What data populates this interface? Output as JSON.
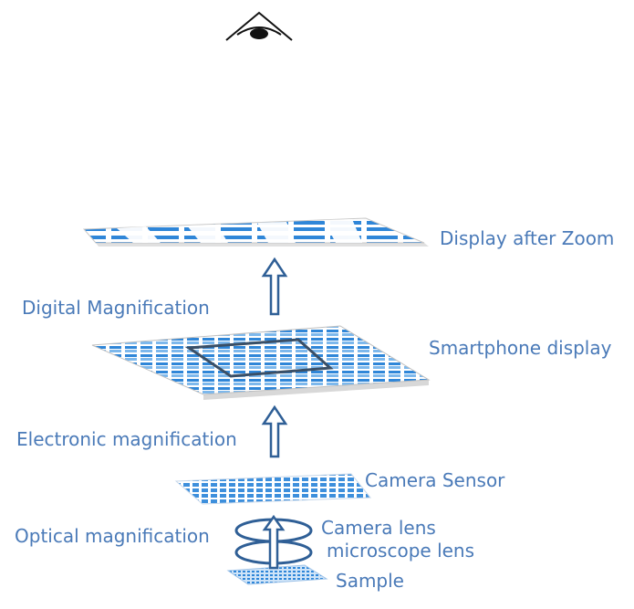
{
  "labels": {
    "display_after_zoom": "Display after Zoom",
    "digital_magnification": "Digital Magnification",
    "smartphone_display": "Smartphone display",
    "electronic_magnification": "Electronic magnification",
    "camera_sensor": "Camera Sensor",
    "optical_magnification": "Optical magnification",
    "camera_lens": "Camera lens",
    "microscope_lens": "microscope lens",
    "sample": "Sample"
  },
  "icons": {
    "eye": "eye-icon",
    "arrow": "hollow-up-arrow-icon",
    "lens": "lens-ellipse-icon"
  },
  "colors": {
    "label_text": "#4a7ab8",
    "pixel_blue": "#2f86d8",
    "arrow_stroke": "#2f5f96",
    "frame_dark": "#3a4f66"
  }
}
